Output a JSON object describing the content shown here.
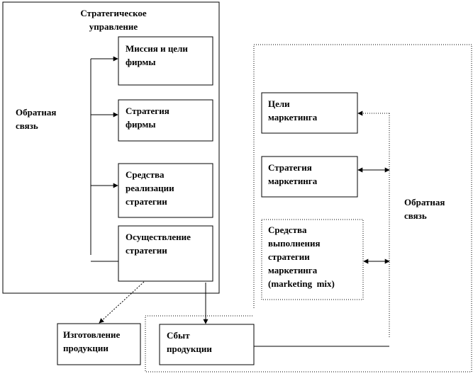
{
  "strategic": {
    "title": "Стратегическое\nуправление",
    "feedback": "Обратная\nсвязь",
    "mission": "Миссия и цели\nфирмы",
    "strategy": "Стратегия\nфирмы",
    "means": "Средства\nреализации\nстратегии",
    "execution": "Осуществление\nстратегии"
  },
  "marketing": {
    "goals": "Цели\nмаркетинга",
    "strategy": "Стратегия\nмаркетинга",
    "means": "Средства\nвыполнения\nстратегии\nмаркетинга\n(marketing  mix)",
    "feedback": "Обратная\nсвязь"
  },
  "bottom": {
    "production": "Изготовление\nпродукции",
    "sales": "Сбыт\nпродукции"
  },
  "colors": {
    "line": "#000000",
    "background": "#ffffff"
  }
}
